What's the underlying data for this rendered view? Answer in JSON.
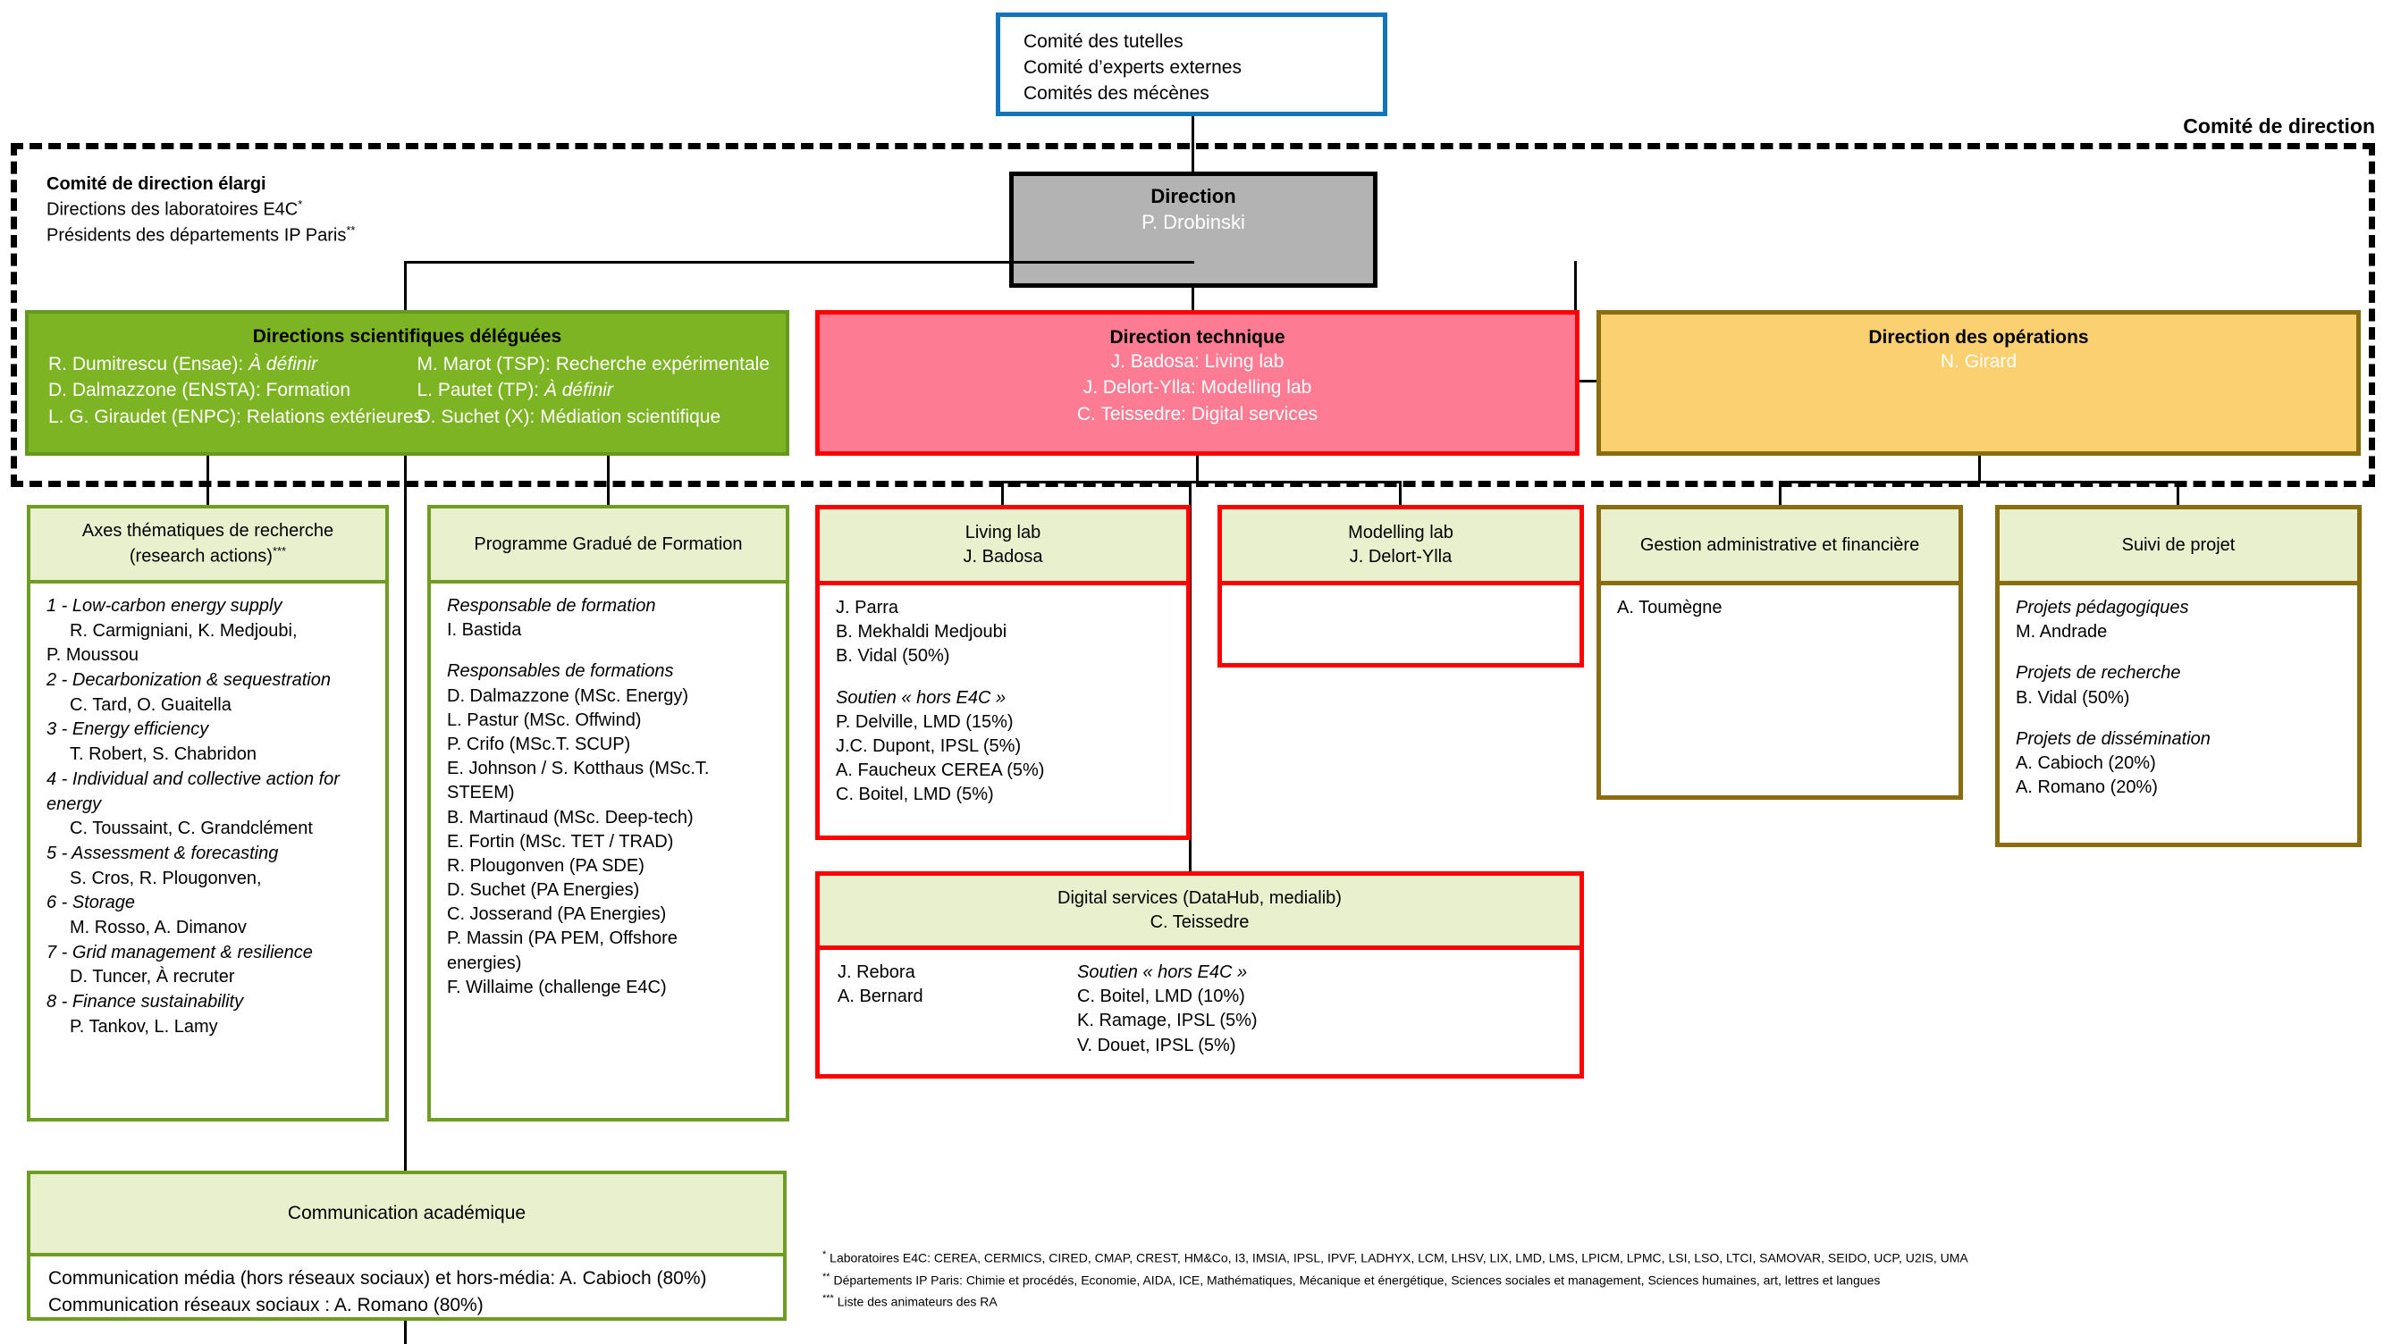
{
  "tutelles": {
    "lines": [
      "Comité des tutelles",
      "Comité d’experts externes",
      "Comités des mécènes"
    ]
  },
  "codir": {
    "frame_label": "Comité de direction",
    "elargi_title": "Comité de direction élargi",
    "elargi_lines": [
      {
        "text": "Directions des laboratoires E4C",
        "mark": "*"
      },
      {
        "text": "Présidents des départements IP Paris",
        "mark": "**"
      }
    ]
  },
  "direction": {
    "title": "Direction",
    "person": "P. Drobinski",
    "fill": "#b3b3b3"
  },
  "directions_scientifiques": {
    "title": "Directions scientifiques déléguées",
    "fill": "#7cb424",
    "col1": [
      {
        "name": "R. Dumitrescu (Ensae): ",
        "role": "À définir",
        "italic": true
      },
      {
        "name": "D. Dalmazzone (ENSTA): ",
        "role": "Formation",
        "italic": false
      },
      {
        "name": "L. G. Giraudet (ENPC): ",
        "role": "Relations extérieures",
        "italic": false
      }
    ],
    "col2": [
      {
        "name": "M. Marot (TSP): ",
        "role": "Recherche expérimentale",
        "italic": false
      },
      {
        "name": "L. Pautet (TP): ",
        "role": "À définir",
        "italic": true
      },
      {
        "name": "D. Suchet (X): ",
        "role": "Médiation scientifique",
        "italic": false
      }
    ]
  },
  "direction_technique": {
    "title": "Direction technique",
    "fill": "#fd7b93",
    "lines": [
      "J. Badosa: Living lab",
      "J. Delort-Ylla: Modelling lab",
      "C. Teissedre: Digital services"
    ]
  },
  "direction_operations": {
    "title": "Direction des opérations",
    "fill": "#fbd071",
    "lines": [
      "N. Girard"
    ]
  },
  "axes": {
    "title_l1": "Axes thématiques de recherche",
    "title_l2": "(research actions)",
    "title_mark": "***",
    "items": [
      {
        "num": "1 - ",
        "theme": "Low-carbon energy supply",
        "people": "R. Carmigniani, K. Medjoubi,",
        "people2": "P. Moussou"
      },
      {
        "num": "2 - ",
        "theme": "Decarbonization & sequestration",
        "people": "C. Tard, O. Guaitella"
      },
      {
        "num": "3 - ",
        "theme": "Energy efficiency",
        "people": "T. Robert, S. Chabridon"
      },
      {
        "num": "4 - ",
        "theme": "Individual and collective action for",
        "theme2": "energy",
        "people": "C. Toussaint, C. Grandclément"
      },
      {
        "num": "5 -  ",
        "theme": "Assessment & forecasting",
        "people": "S. Cros, R. Plougonven,"
      },
      {
        "num": "6 -  ",
        "theme": "Storage",
        "people": "M. Rosso, A. Dimanov"
      },
      {
        "num": "7 - ",
        "theme": "Grid management & resilience",
        "people": "D. Tuncer, À recruter"
      },
      {
        "num": "8 -  ",
        "theme": "Finance sustainability",
        "people": "P. Tankov, L. Lamy"
      }
    ]
  },
  "formation": {
    "title": "Programme Gradué de Formation",
    "head1": "Responsable de formation",
    "head1_people": [
      "I. Bastida"
    ],
    "head2": "Responsables de formations",
    "head2_people": [
      "D. Dalmazzone (MSc. Energy)",
      "L. Pastur (MSc. Offwind)",
      "P. Crifo (MSc.T. SCUP)",
      "E. Johnson / S. Kotthaus (MSc.T.",
      "STEEM)",
      "B. Martinaud (MSc. Deep-tech)",
      "E. Fortin (MSc. TET / TRAD)",
      "R. Plougonven (PA SDE)",
      "D. Suchet (PA Energies)",
      "C. Josserand (PA Energies)",
      "P. Massin (PA PEM, Offshore",
      "energies)",
      "F. Willaime (challenge E4C)"
    ]
  },
  "living_lab": {
    "title": "Living lab",
    "lead": "J. Badosa",
    "members": [
      "J. Parra",
      "B. Mekhaldi Medjoubi",
      "B. Vidal (50%)"
    ],
    "support_title": "Soutien « hors E4C »",
    "support": [
      "P. Delville, LMD (15%)",
      "J.C. Dupont, IPSL (5%)",
      "A. Faucheux CEREA (5%)",
      "C. Boitel, LMD (5%)"
    ]
  },
  "modelling_lab": {
    "title": "Modelling lab",
    "lead": "J. Delort-Ylla",
    "members": []
  },
  "digital_services": {
    "title": "Digital services (DataHub, medialib)",
    "lead": "C. Teissedre",
    "members": [
      "J. Rebora",
      "A. Bernard"
    ],
    "support_title": "Soutien « hors E4C »",
    "support": [
      "C. Boitel, LMD (10%)",
      "K. Ramage, IPSL (5%)",
      "V. Douet, IPSL (5%)"
    ]
  },
  "gestion": {
    "title": "Gestion administrative et financière",
    "members": [
      "A. Toumègne"
    ]
  },
  "suivi": {
    "title": "Suivi de projet",
    "groups": [
      {
        "label": "Projets pédagogiques",
        "people": [
          "M. Andrade"
        ]
      },
      {
        "label": "Projets de recherche",
        "people": [
          "B. Vidal (50%)"
        ]
      },
      {
        "label": "Projets de dissémination",
        "people": [
          "A. Cabioch (20%)",
          "A. Romano (20%)"
        ]
      }
    ]
  },
  "communication": {
    "title": "Communication académique",
    "lines": [
      "Communication média (hors réseaux sociaux) et hors-média: A. Cabioch (80%)",
      "Communication réseaux sociaux : A. Romano (80%)"
    ]
  },
  "footnotes": [
    {
      "mark": "*",
      "text": "Laboratoires E4C: CEREA, CERMICS, CIRED, CMAP, CREST, HM&Co, I3, IMSIA, IPSL, IPVF, LADHYX, LCM, LHSV, LIX, LMD, LMS, LPICM, LPMC, LSI, LSO, LTCI, SAMOVAR, SEIDO, UCP, U2IS, UMA"
    },
    {
      "mark": "**",
      "text": "Départements IP Paris: Chimie et procédés, Economie, AIDA, ICE, Mathématiques, Mécanique et énergétique, Sciences sociales et management, Sciences humaines, art, lettres et langues"
    },
    {
      "mark": "***",
      "text": "Liste des animateurs des RA"
    }
  ]
}
